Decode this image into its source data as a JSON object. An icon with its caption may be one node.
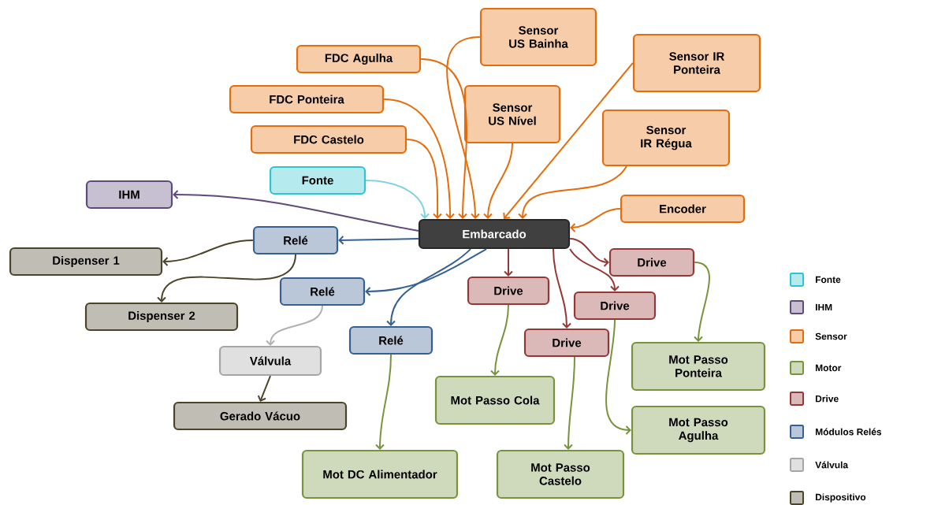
{
  "diagram": {
    "nodes": [
      {
        "text": [
          "Sensor US Bainha"
        ]
      },
      {
        "text": [
          "FDC Agulha"
        ]
      },
      {
        "text": [
          "Sensor IR Ponteira"
        ]
      },
      {
        "text": [
          "FDC Ponteira"
        ]
      },
      {
        "text": [
          "Sensor US Nível"
        ]
      },
      {
        "text": [
          "FDC Castelo"
        ]
      },
      {
        "text": [
          "Sensor IR Régua"
        ]
      },
      {
        "text": [
          "Fonte"
        ]
      },
      {
        "text": [
          "IHM"
        ]
      },
      {
        "text": [
          "Embarcado"
        ]
      },
      {
        "text": [
          "Encoder"
        ]
      },
      {
        "text": [
          "Relé"
        ]
      },
      {
        "text": [
          "Dispenser 1"
        ]
      },
      {
        "text": [
          "Drive"
        ]
      },
      {
        "text": [
          "Relé"
        ]
      },
      {
        "text": [
          "Drive"
        ]
      },
      {
        "text": [
          "Drive"
        ]
      },
      {
        "text": [
          "Dispenser 2"
        ]
      },
      {
        "text": [
          "Relé"
        ]
      },
      {
        "text": [
          "Drive"
        ]
      },
      {
        "text": [
          "Válvula"
        ]
      },
      {
        "text": [
          "Mot Passo Ponteira"
        ]
      },
      {
        "text": [
          "Mot Passo Cola"
        ]
      },
      {
        "text": [
          "Mot Passo Agulha"
        ]
      },
      {
        "text": [
          "Gerado Vácuo"
        ]
      },
      {
        "text": [
          "Mot DC Alimentador"
        ]
      },
      {
        "text": [
          "Mot Passo Castelo"
        ]
      }
    ],
    "edges": [
      {
        "from": 1,
        "to": 9,
        "arrow": "to"
      },
      {
        "from": 3,
        "to": 9,
        "arrow": "to"
      },
      {
        "from": 5,
        "to": 9,
        "arrow": "to"
      },
      {
        "from": 0,
        "to": 9,
        "arrow": "to"
      },
      {
        "from": 4,
        "to": 9,
        "arrow": "to"
      },
      {
        "from": 2,
        "to": 9,
        "arrow": "to"
      },
      {
        "from": 6,
        "to": 9,
        "arrow": "to"
      },
      {
        "from": 10,
        "to": 9,
        "arrow": "to"
      },
      {
        "from": 7,
        "to": 9,
        "arrow": "to",
        "color": "#7fd3df"
      },
      {
        "from": 9,
        "to": 8,
        "arrow": "to",
        "color": "#5f4b7b"
      },
      {
        "from": 9,
        "to": 11,
        "arrow": "to",
        "color": "#376092"
      },
      {
        "from": 9,
        "to": 14,
        "arrow": "to",
        "color": "#376092"
      },
      {
        "from": 9,
        "to": 18,
        "arrow": "to",
        "color": "#376092"
      },
      {
        "from": 11,
        "to": 12,
        "arrow": "to",
        "color": "#4a452a"
      },
      {
        "from": 11,
        "to": 17,
        "arrow": "to",
        "color": "#4a452a"
      },
      {
        "from": 14,
        "to": 20,
        "arrow": "to",
        "color": "#b0b0b0"
      },
      {
        "from": 20,
        "to": 24,
        "arrow": "to",
        "color": "#4a452a"
      },
      {
        "from": 18,
        "to": 25,
        "arrow": "to",
        "color": "#77933c"
      },
      {
        "from": 9,
        "to": 15,
        "arrow": "to",
        "color": "#953735"
      },
      {
        "from": 9,
        "to": 19,
        "arrow": "to",
        "color": "#953735"
      },
      {
        "from": 9,
        "to": 13,
        "arrow": "to",
        "color": "#953735"
      },
      {
        "from": 9,
        "to": 16,
        "arrow": "to",
        "color": "#953735"
      },
      {
        "from": 15,
        "to": 22,
        "arrow": "to",
        "color": "#77933c"
      },
      {
        "from": 19,
        "to": 26,
        "arrow": "to",
        "color": "#77933c"
      },
      {
        "from": 13,
        "to": 21,
        "arrow": "to",
        "color": "#77933c"
      },
      {
        "from": 16,
        "to": 23,
        "arrow": "to",
        "color": "#77933c"
      }
    ],
    "legend": [
      {
        "text": "Fonte",
        "color": "#2cc5d0"
      },
      {
        "text": "IHM",
        "color": "#5f4b7b"
      },
      {
        "text": "Sensor",
        "color": "#e46c0a"
      },
      {
        "text": "Motor",
        "color": "#77933c"
      },
      {
        "text": "Drive",
        "color": "#953735"
      },
      {
        "text": "Módulos Relés",
        "color": "#376092"
      },
      {
        "text": "Válvula",
        "color": "#a6a6a6"
      },
      {
        "text": "Dispositivo",
        "color": "#4a452a"
      }
    ]
  }
}
